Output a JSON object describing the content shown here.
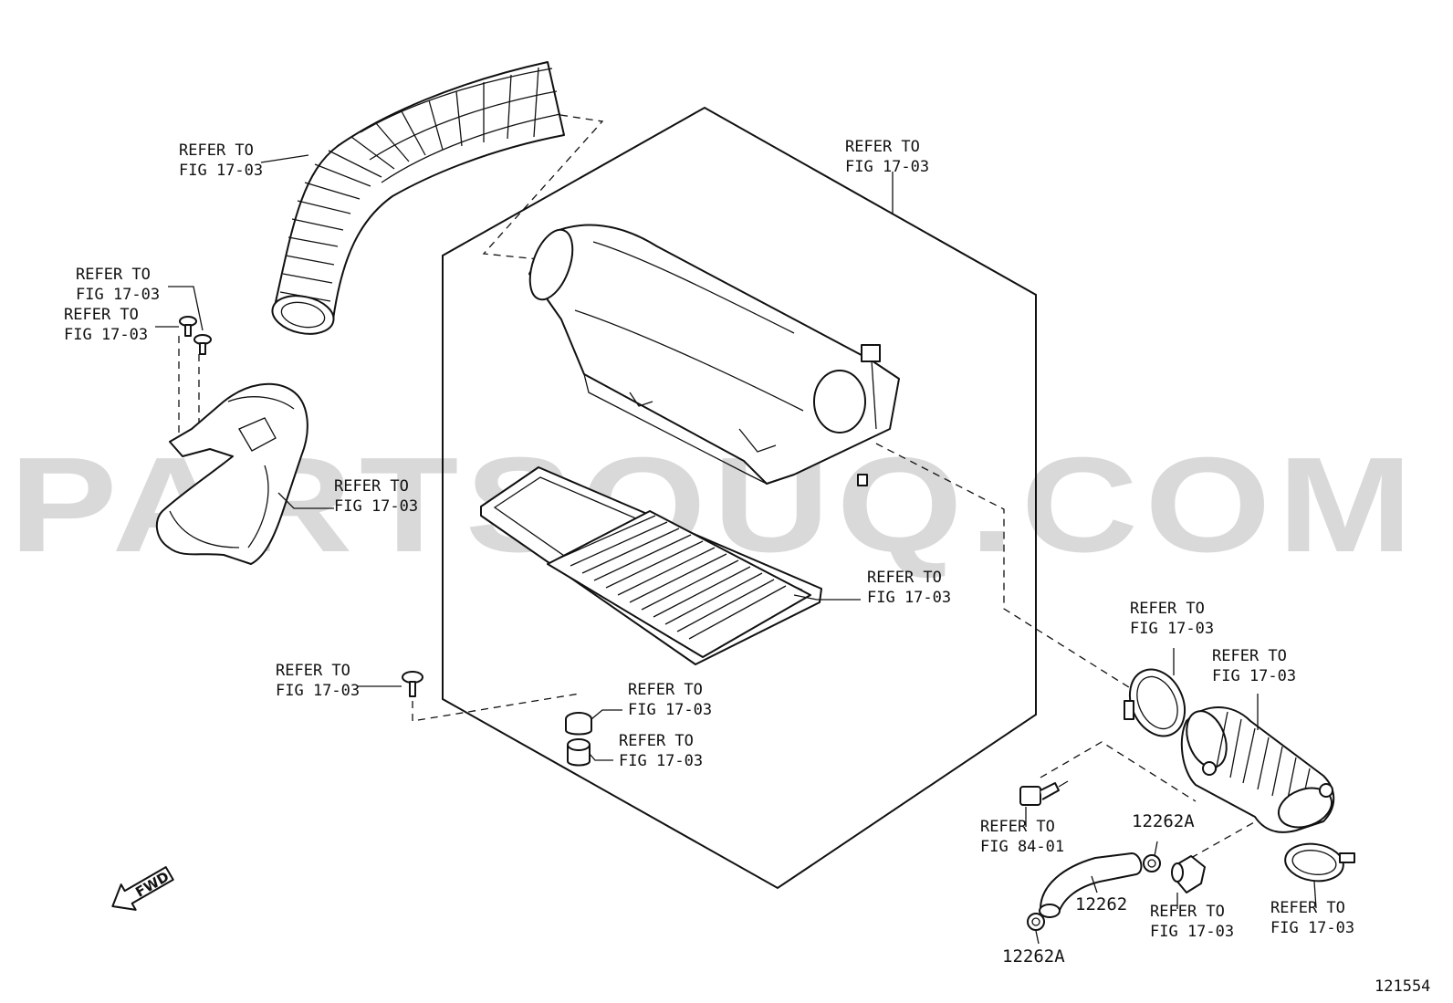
{
  "watermark": "PARTSOUQ.COM",
  "figure_number": "121554",
  "fwd_label": "FWD",
  "callouts": [
    {
      "id": "inlet-hose",
      "line1": "REFER TO",
      "line2": "FIG 17-03"
    },
    {
      "id": "air-cleaner-assy",
      "line1": "REFER TO",
      "line2": "FIG 17-03"
    },
    {
      "id": "bolt-upper",
      "line1": "REFER TO",
      "line2": "FIG 17-03"
    },
    {
      "id": "bolt-lower",
      "line1": "REFER TO",
      "line2": "FIG 17-03"
    },
    {
      "id": "intake-duct",
      "line1": "REFER TO",
      "line2": "FIG 17-03"
    },
    {
      "id": "filter-element",
      "line1": "REFER TO",
      "line2": "FIG 17-03"
    },
    {
      "id": "clamp-upper",
      "line1": "REFER TO",
      "line2": "FIG 17-03"
    },
    {
      "id": "air-hose",
      "line1": "REFER TO",
      "line2": "FIG 17-03"
    },
    {
      "id": "screw",
      "line1": "REFER TO",
      "line2": "FIG 17-03"
    },
    {
      "id": "grommet",
      "line1": "REFER TO",
      "line2": "FIG 17-03"
    },
    {
      "id": "collar",
      "line1": "REFER TO",
      "line2": "FIG 17-03"
    },
    {
      "id": "sensor",
      "line1": "REFER TO",
      "line2": "FIG 84-01"
    },
    {
      "id": "elbow",
      "line1": "REFER TO",
      "line2": "FIG 17-03"
    },
    {
      "id": "clamp-lower",
      "line1": "REFER TO",
      "line2": "FIG 17-03"
    }
  ],
  "part_numbers": {
    "hose": "12262",
    "clip_upper": "12262A",
    "clip_lower": "12262A"
  }
}
